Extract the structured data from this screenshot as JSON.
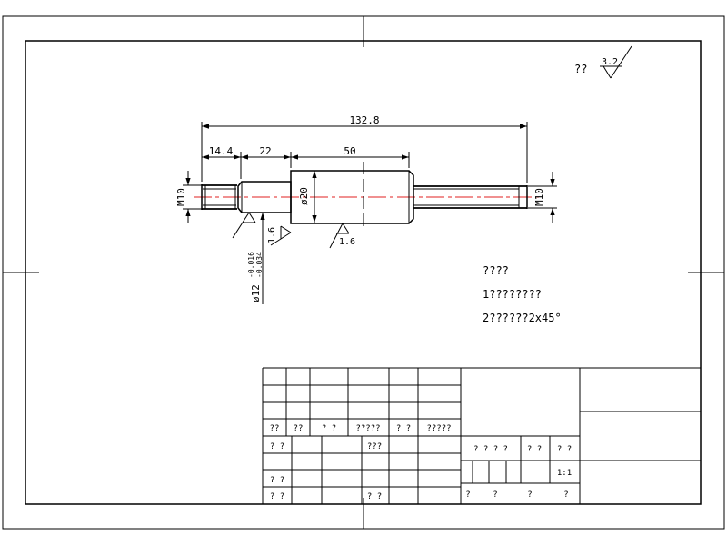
{
  "drawing": {
    "general_roughness": {
      "label": "??",
      "value": "3.2"
    },
    "notes": [
      "????",
      "1????????",
      "2??????2x45°"
    ],
    "dims": {
      "overall": "132.8",
      "seg1": "14.4",
      "seg2": "22",
      "seg3": "50",
      "left_thread": "M10",
      "right_thread": "M10",
      "big_dia": "ø20",
      "mid_dia_base": "ø12",
      "mid_dia_upper": "-0.016",
      "mid_dia_lower": "-0.034",
      "rough_step": "1.6",
      "rough_bottom": "1.6"
    },
    "centerline_color": "#e02020"
  },
  "title_block": {
    "header_row": [
      "??",
      "??",
      "? ?",
      "?????",
      "? ?",
      "?????"
    ],
    "r5c1": "? ?",
    "r5c4": "???",
    "r7c1": "? ?",
    "r8c1": "? ?",
    "r8c4": "? ?",
    "sign_cells": [
      "? ? ? ?",
      "? ?",
      "? ?"
    ],
    "scale": "1:1",
    "bottom_cells": [
      "?",
      "?",
      "?",
      "?"
    ]
  }
}
